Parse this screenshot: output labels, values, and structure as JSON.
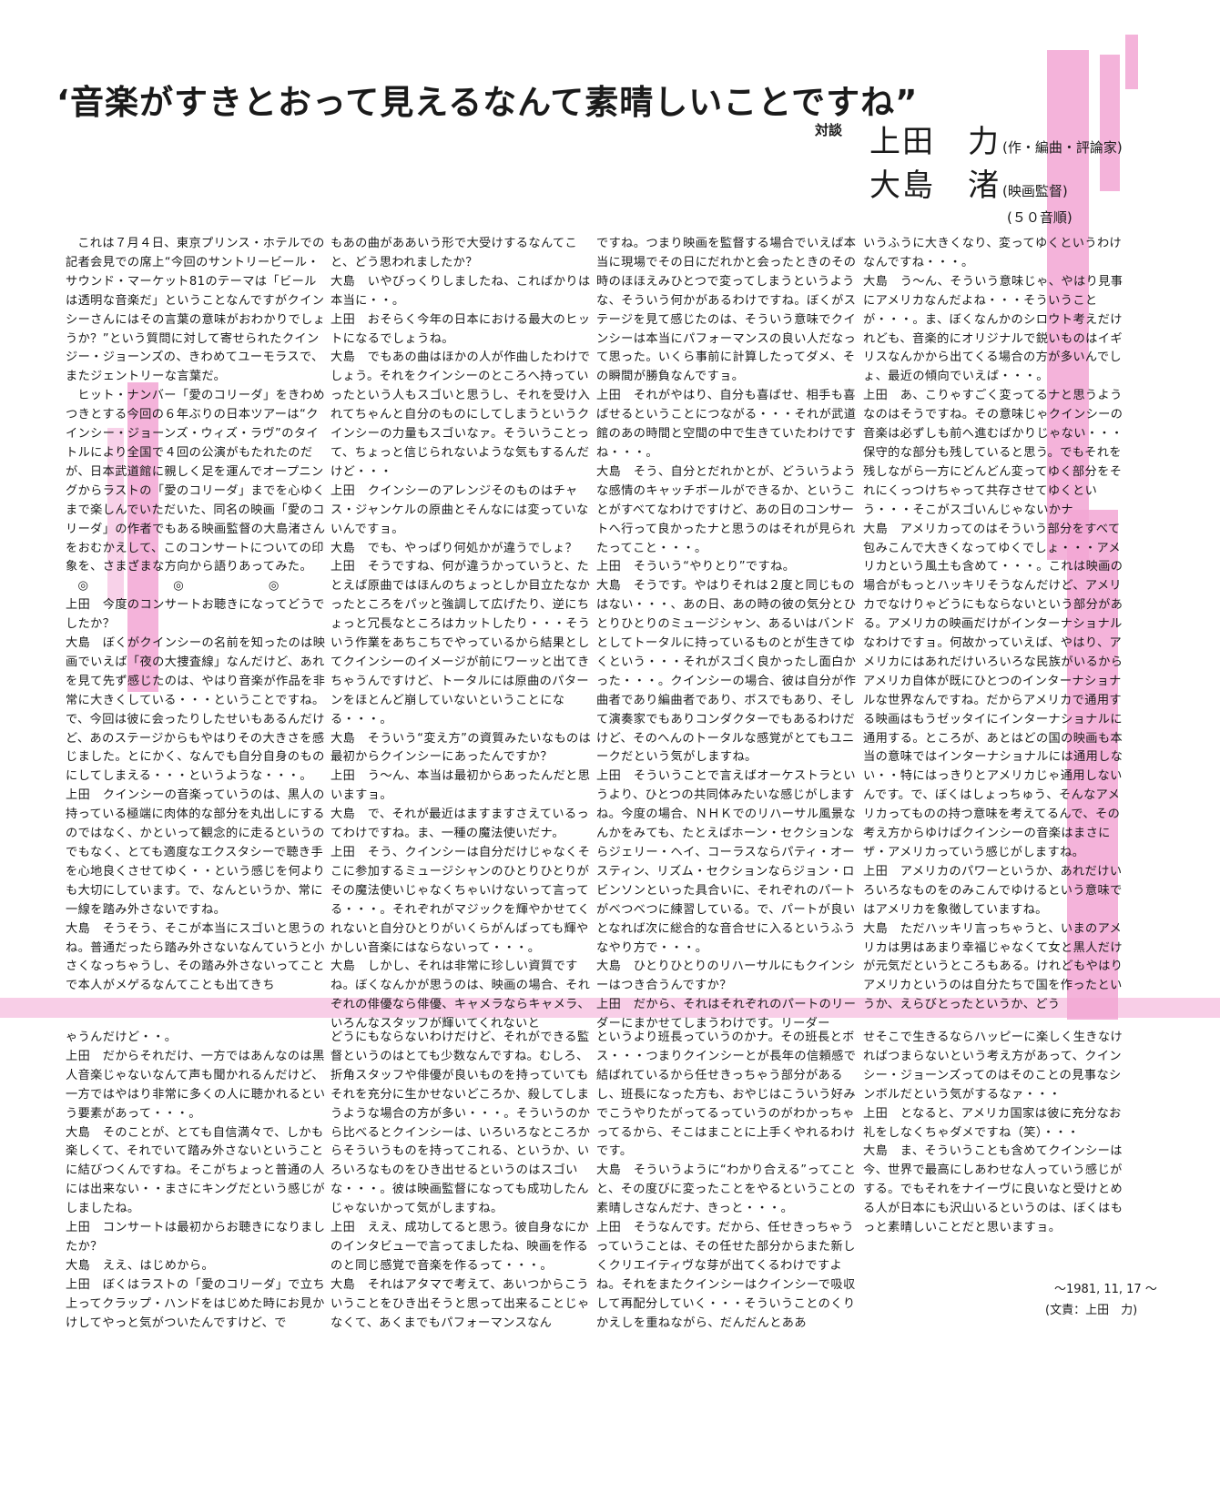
{
  "title": "‘音楽がすきとおって見えるなんて素晴しいことですね”",
  "taidan_label": "対談",
  "participants": [
    {
      "name": "上田　力",
      "role": "(作・編曲・評論家)"
    },
    {
      "name": "大島　渚",
      "role": "(映画監督)"
    }
  ],
  "order_note": "(５０音順)",
  "upper_columns": [
    [
      "これは７月４日、東京プリンス・ホテルでの記者会見での席上“今回のサントリービール・サウンド・マーケット81のテーマは「ビールは透明な音楽だ」ということなんですがクインシーさんにはその言葉の意味がおわかりでしょうか？”という質問に対して寄せられたクインジー・ジョーンズの、きわめてユーモラスで、またジェントリーな言葉だ。",
      "ヒット・ナンバー「愛のコリーダ」をきわめつきとする今回の６年ぶりの日本ツアーは“クインシー・ジョーンズ・ウィズ・ラヴ”のタイトルにより全国で４回の公演がもたれたのだが、日本武道館に親しく足を運んでオープニングからラストの「愛のコリーダ」までを心ゆくまで楽しんでいただいた、同名の映画「愛のコリーダ」の作者でもある映画監督の大島渚さんをおむかえして、このコンサートについての印象を、さまざまな方向から語りあってみた。",
      "◎　◎　◎",
      "上田　今度のコンサートお聴きになってどうでしたか？",
      "大島　ぼくがクインシーの名前を知ったのは映画でいえば「夜の大捜査線」なんだけど、あれを見て先ず感じたのは、やはり音楽が作品を非常に大きくしている・・・ということですね。で、今回は彼に会ったりしたせいもあるんだけど、あのステージからもやはりその大きさを感じました。とにかく、なんでも自分自身のものにしてしまえる・・・というような・・・。",
      "上田　クインシーの音楽っていうのは、黒人の持っている極端に肉体的な部分を丸出しにするのではなく、かといって観念的に走るというのでもなく、とても適度なエクスタシーで聴き手を心地良くさせてゆく・・という感じを何よりも大切にしています。で、なんというか、常に一線を踏み外さないですね。",
      "大島　そうそう、そこが本当にスゴいと思うのね。普通だったら踏み外さないなんていうと小さくなっちゃうし、その踏み外さないってことで本人がメゲるなんてことも出てきち"
    ],
    [
      "もあの曲がああいう形で大受けするなんてこと、どう思われましたか？",
      "大島　いやびっくりしましたね、こればかりは本当に・・。",
      "上田　おそらく今年の日本における最大のヒットになるでしょうね。",
      "大島　でもあの曲はほかの人が作曲したわけでしょう。それをクインシーのところへ持っていったという人もスゴいと思うし、それを受け入れてちゃんと自分のものにしてしまうというクインシーの力量もスゴいなァ。そういうことって、ちょっと信じられないような気もするんだけど・・・",
      "上田　クインシーのアレンジそのものはチャス・ジャンケルの原曲とそんなには変っていないんですョ。",
      "大島　でも、やっぱり何処かが違うでしょ？",
      "上田　そうですね、何が違うかっていうと、たとえば原曲ではほんのちょっとしか目立たなかったところをパッと強調して広げたり、逆にちょっと冗長なところはカットしたり・・・そういう作業をあちこちでやっているから結果としてクインシーのイメージが前にワーッと出てきちゃうんですけど、トータルには原曲のパターンをほとんど崩していないということになる・・・。",
      "大島　そういう“変え方”の資質みたいなものは最初からクインシーにあったんですか？",
      "上田　う〜ん、本当は最初からあったんだと思いますョ。",
      "大島　で、それが最近はますますさえているってわけですね。ま、一種の魔法使いだナ。",
      "上田　そう、クインシーは自分だけじゃなくそこに参加するミュージシャンのひとりひとりがその魔法使いじゃなくちゃいけないって言ってる・・・。それぞれがマジックを輝やかせてくれないと自分ひとりがいくらがんばっても輝やかしい音楽にはならないって・・・。",
      "大島　しかし、それは非常に珍しい資質ですね。ぼくなんかが思うのは、映画の場合、それぞれの俳優なら俳優、キャメラならキャメラ、いろんなスタッフが輝いてくれないと"
    ],
    [
      "ですね。つまり映画を監督する場合でいえば本当に現場でその日にだれかと会ったときのその時のほほえみひとつで変ってしまうというような、そういう何かがあるわけですね。ぼくがステージを見て感じたのは、そういう意味でクインシーは本当にパフォーマンスの良い人だなって思った。いくら事前に計算したってダメ、その瞬間が勝負なんですョ。",
      "上田　それがやはり、自分も喜ばせ、相手も喜ばせるということにつながる・・・それが武道館のあの時間と空間の中で生きていたわけですね・・・。",
      "大島　そう、自分とだれかとが、どういうような感情のキャッチボールができるか、ということがすべてなわけですけど、あの日のコンサートへ行って良かったナと思うのはそれが見られたってこと・・・。",
      "上田　そういう“やりとり”ですね。",
      "大島　そうです。やはりそれは２度と同じものはない・・・、あの日、あの時の彼の気分とひとりひとりのミュージシャン、あるいはバンドとしてトータルに持っているものとが生きてゆくという・・・それがスゴく良かったし面白かった・・・。クインシーの場合、彼は自分が作曲者であり編曲者であり、ボスでもあり、そして演奏家でもありコンダクターでもあるわけだけど、そのへんのトータルな感覚がとてもユニークだという気がしますね。",
      "上田　そういうことで言えばオーケストラというより、ひとつの共同体みたいな感じがしますね。今度の場合、ＮＨＫでのリハーサル風景なんかをみても、たとえばホーン・セクションならジェリー・ヘイ、コーラスならパティ・オースティン、リズム・セクションならジョン・ロビンソンといった具合いに、それぞれのパートがべつべつに練習している。で、パートが良いとなれば次に総合的な音合せに入るというふうなやり方で・・・。",
      "大島　ひとりひとりのリハーサルにもクインシーはつき合うんですか？",
      "上田　だから、それはそれぞれのパートのリーダーにまかせてしまうわけです。リーダー"
    ],
    [
      "いうふうに大きくなり、変ってゆくというわけなんですね・・・。",
      "大島　う〜ん、そういう意味じゃ、やはり見事にアメリカなんだよね・・・そういうことが・・・。ま、ぼくなんかのシロウト考えだけれども、音楽的にオリジナルで鋭いものはイギリスなんかから出てくる場合の方が多いんでしょ、最近の傾向でいえば・・・。",
      "上田　あ、こりゃすごく変ってるナと思うようなのはそうですね。その意味じゃクインシーの音楽は必ずしも前へ進むばかりじゃない・・・保守的な部分も残していると思う。でもそれを残しながら一方にどんどん変ってゆく部分をそれにくっつけちゃって共存させてゆくという・・・そこがスゴいんじゃないかナ",
      "大島　アメリカってのはそういう部分をすべて包みこんで大きくなってゆくでしょ・・・アメリカという風土も含めて・・・。これは映画の場合がもっとハッキリそうなんだけど、アメリカでなけりゃどうにもならないという部分がある。アメリカの映画だけがインターナショナルなわけですョ。何故かっていえば、やはり、アメリカにはあれだけいろいろな民族がいるからアメリカ自体が既にひとつのインターナショナルな世界なんですね。だからアメリカで通用する映画はもうゼッタイにインターナショナルに通用する。ところが、あとはどの国の映画も本当の意味ではインターナショナルには通用しない・・特にはっきりとアメリカじゃ通用しないんです。で、ぼくはしょっちゅう、そんなアメリカってものの持つ意味を考えてるんで、その考え方からゆけばクインシーの音楽はまさにザ・アメリカっていう感じがしますね。",
      "上田　アメリカのパワーというか、あれだけいろいろなものをのみこんでゆけるという意味ではアメリカを象徴していますね。",
      "大島　ただハッキリ言っちゃうと、いまのアメリカは男はあまり幸福じゃなくて女と黒人だけが元気だというところもある。けれどもやはりアメリカというのは自分たちで国を作ったというか、えらびとったというか、どう"
    ]
  ],
  "lower_columns": [
    [
      "ゃうんだけど・・。",
      "上田　だからそれだけ、一方ではあんなのは黒人音楽じゃないなんて声も聞かれるんだけど、一方ではやはり非常に多くの人に聴かれるという要素があって・・・。",
      "大島　そのことが、とても自信満々で、しかも楽しくて、それでいて踏み外さないということに結びつくんですね。そこがちょっと普通の人には出来ない・・まさにキングだという感じがしましたね。",
      "上田　コンサートは最初からお聴きになりましたか？",
      "大島　ええ、はじめから。",
      "上田　ぼくはラストの「愛のコリーダ」で立ち上ってクラップ・ハンドをはじめた時にお見かけしてやっと気がついたんですけど、で"
    ],
    [
      "どうにもならないわけだけど、それができる監督というのはとても少数なんですね。むしろ、折角スタッフや俳優が良いものを持っていてもそれを充分に生かせないどころか、殺してしまうような場合の方が多い・・・。そういうのから比べるとクインシーは、いろいろなところからそういうものを持ってこれる、というか、いろいろなものをひき出せるというのはスゴいな・・・。彼は映画監督になっても成功したんじゃないかって気がしますね。",
      "上田　ええ、成功してると思う。彼自身なにかのインタビューで言ってましたね、映画を作るのと同じ感覚で音楽を作るって・・・。",
      "大島　それはアタマで考えて、あいつからこういうことをひき出そうと思って出来ることじゃなくて、あくまでもパフォーマンスなん"
    ],
    [
      "というより班長っていうのかナ。その班長とボス・・・つまりクインシーとが長年の信頼感で結ばれているから任せきっちゃう部分があるし、班長になった方も、おやじはこういう好みでこうやりたがってるっていうのがわかっちゃってるから、そこはまことに上手くやれるわけです。",
      "大島　そういうように“わかり合える”ってことと、その度びに変ったことをやるということの素晴しさなんだナ、きっと・・・。",
      "上田　そうなんです。だから、任せきっちゃうっていうことは、その任せた部分からまた新しくクリエイティヴな芽が出てくるわけですよね。それをまたクインシーはクインシーで吸収して再配分していく・・・そういうことのくりかえしを重ねながら、だんだんとああ"
    ],
    [
      "せそこで生きるならハッピーに楽しく生きなければつまらないという考え方があって、クインシー・ジョーンズってのはそのことの見事なシンボルだという気がするなァ・・・",
      "上田　となると、アメリカ国家は彼に充分なお礼をしなくちゃダメですね（笑）・・・",
      "大島　ま、そういうことも含めてクインシーは今、世界で最高にしあわせな人っていう感じがする。でもそれをナイーヴに良いなと受けとめる人が日本にも沢山いるというのは、ぼくはもっと素晴しいことだと思いますョ。"
    ]
  ],
  "signature": {
    "date": "〜1981, 11, 17 〜",
    "credit": "(文責：上田　力)"
  }
}
